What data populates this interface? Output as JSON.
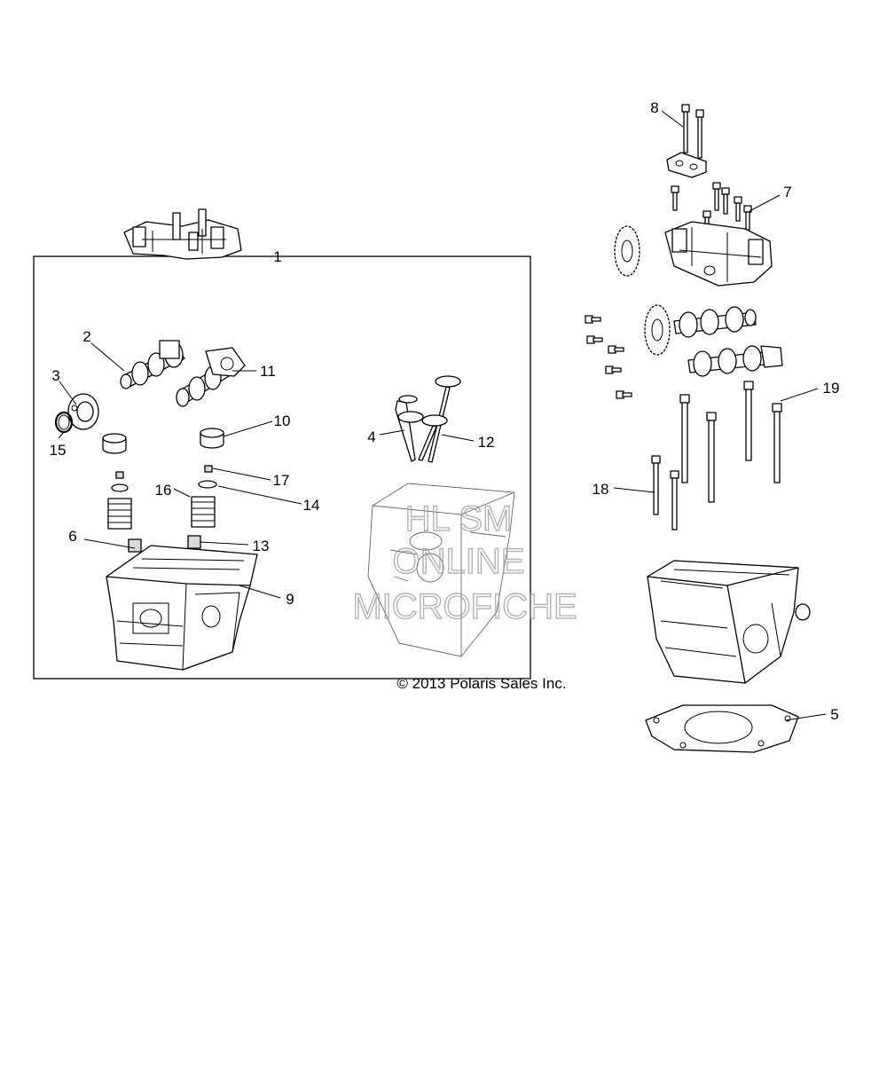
{
  "callouts": {
    "c1": "1",
    "c2": "2",
    "c3": "3",
    "c4": "4",
    "c5": "5",
    "c6": "6",
    "c7": "7",
    "c8": "8",
    "c9": "9",
    "c10": "10",
    "c11": "11",
    "c12": "12",
    "c13": "13",
    "c14": "14",
    "c15": "15",
    "c16": "16",
    "c17": "17",
    "c18": "18",
    "c19": "19"
  },
  "copyright": "© 2013 Polaris Sales Inc.",
  "watermark": {
    "line1": "HL SM",
    "line2": "ONLINE",
    "line3": "MICROFICHE"
  }
}
